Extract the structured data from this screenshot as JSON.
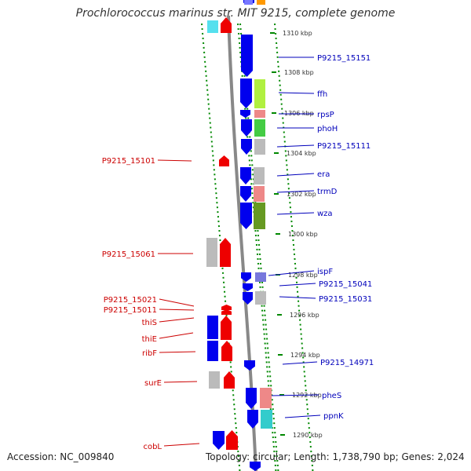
{
  "title": "Prochlorococcus marinus str. MIT 9215, complete genome",
  "footer": {
    "accession": "Accession: NC_009840",
    "genome_info": "Topology: circular; Length: 1,738,790 bp; Genes: 2,024"
  },
  "colors": {
    "forward_strand": "#0000ee",
    "reverse_strand": "#ee0000",
    "right_label": "#0000bb",
    "left_label": "#cc0000",
    "dotted_guide": "#008800",
    "backbone": "#888888"
  },
  "ticks": [
    "1310 kbp",
    "1308 kbp",
    "1306 kbp",
    "1304 kbp",
    "1302 kbp",
    "1300 kbp",
    "1298 kbp",
    "1296 kbp",
    "1294 kbp",
    "1292 kbp",
    "1290 kbp"
  ],
  "right_genes": [
    "P9215_15151",
    "ffh",
    "rpsP",
    "phoH",
    "P9215_15111",
    "era",
    "trmD",
    "wza",
    "ispF",
    "P9215_15041",
    "P9215_15031",
    "P9215_14971",
    "pheS",
    "ppnK"
  ],
  "left_genes": [
    "P9215_15101",
    "P9215_15061",
    "P9215_15021",
    "P9215_15011",
    "thiS",
    "thiE",
    "ribF",
    "surE",
    "cobL"
  ]
}
